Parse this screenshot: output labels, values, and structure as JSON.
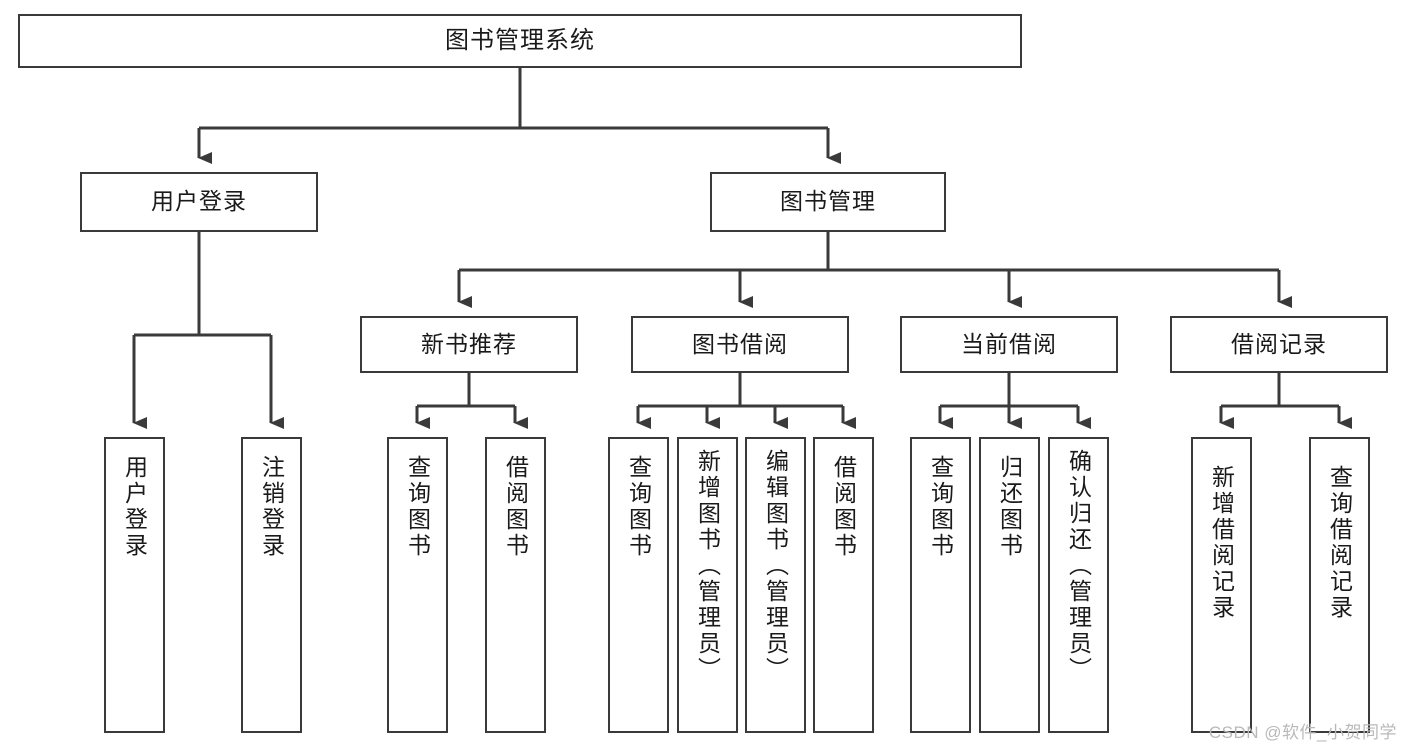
{
  "diagram": {
    "title": "图书管理系统",
    "type": "tree-hierarchy-chart",
    "watermark": "CSDN @软件_小贺同学",
    "colors": {
      "border": "#3a3a3a",
      "background": "#ffffff",
      "text": "#1a1a1a",
      "watermark": "#b9b9b9"
    }
  },
  "nodes": {
    "root": {
      "label": "图书管理系统"
    },
    "level1": [
      {
        "id": "user-login",
        "label": "用户登录"
      },
      {
        "id": "book-manage",
        "label": "图书管理"
      }
    ],
    "level2": [
      {
        "id": "new-book-recommend",
        "label": "新书推荐"
      },
      {
        "id": "book-borrow",
        "label": "图书借阅"
      },
      {
        "id": "current-borrow",
        "label": "当前借阅"
      },
      {
        "id": "borrow-record",
        "label": "借阅记录"
      }
    ],
    "leaves": {
      "user-login": [
        {
          "id": "leaf-user-login",
          "label": "用户登录"
        },
        {
          "id": "leaf-user-logout",
          "label": "注销登录"
        }
      ],
      "new-book-recommend": [
        {
          "id": "leaf-query-book-1",
          "label": "查询图书"
        },
        {
          "id": "leaf-borrow-book-1",
          "label": "借阅图书"
        }
      ],
      "book-borrow": [
        {
          "id": "leaf-query-book-2",
          "label": "查询图书"
        },
        {
          "id": "leaf-add-book",
          "label": "新增图书（管理员）"
        },
        {
          "id": "leaf-edit-book",
          "label": "编辑图书（管理员）"
        },
        {
          "id": "leaf-borrow-book-2",
          "label": "借阅图书"
        }
      ],
      "current-borrow": [
        {
          "id": "leaf-query-book-3",
          "label": "查询图书"
        },
        {
          "id": "leaf-return-book",
          "label": "归还图书"
        },
        {
          "id": "leaf-confirm-return",
          "label": "确认归还（管理员）"
        }
      ],
      "borrow-record": [
        {
          "id": "leaf-add-record",
          "label": "新增借阅记录"
        },
        {
          "id": "leaf-query-record",
          "label": "查询借阅记录"
        }
      ]
    }
  }
}
